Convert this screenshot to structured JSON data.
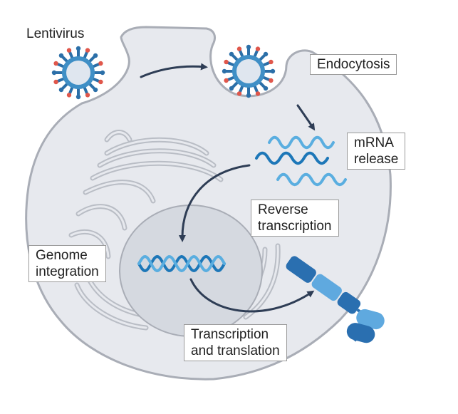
{
  "labels": {
    "lentivirus": "Lentivirus",
    "endocytosis": "Endocytosis",
    "mrna_release": [
      "mRNA",
      "release"
    ],
    "reverse_transcription": [
      "Reverse",
      "transcription"
    ],
    "genome_integration": [
      "Genome",
      "integration"
    ],
    "transcription_translation": [
      "Transcription",
      "and translation"
    ]
  },
  "colors": {
    "cell_fill": "#e7e9ee",
    "cell_stroke": "#a9adb6",
    "nucleus_fill": "#d5d9e0",
    "organelle_stroke": "#b9bdc5",
    "arrow": "#2e3d55",
    "virus_core": "#dfe6ef",
    "virus_ring": "#3f8fc6",
    "virus_spike": "#2b6fa8",
    "virus_tip": "#e0574b",
    "rna_dark": "#1d77b8",
    "rna_light": "#5aaee0",
    "protein_dark": "#2a6fb0",
    "protein_light": "#5fa9df"
  }
}
